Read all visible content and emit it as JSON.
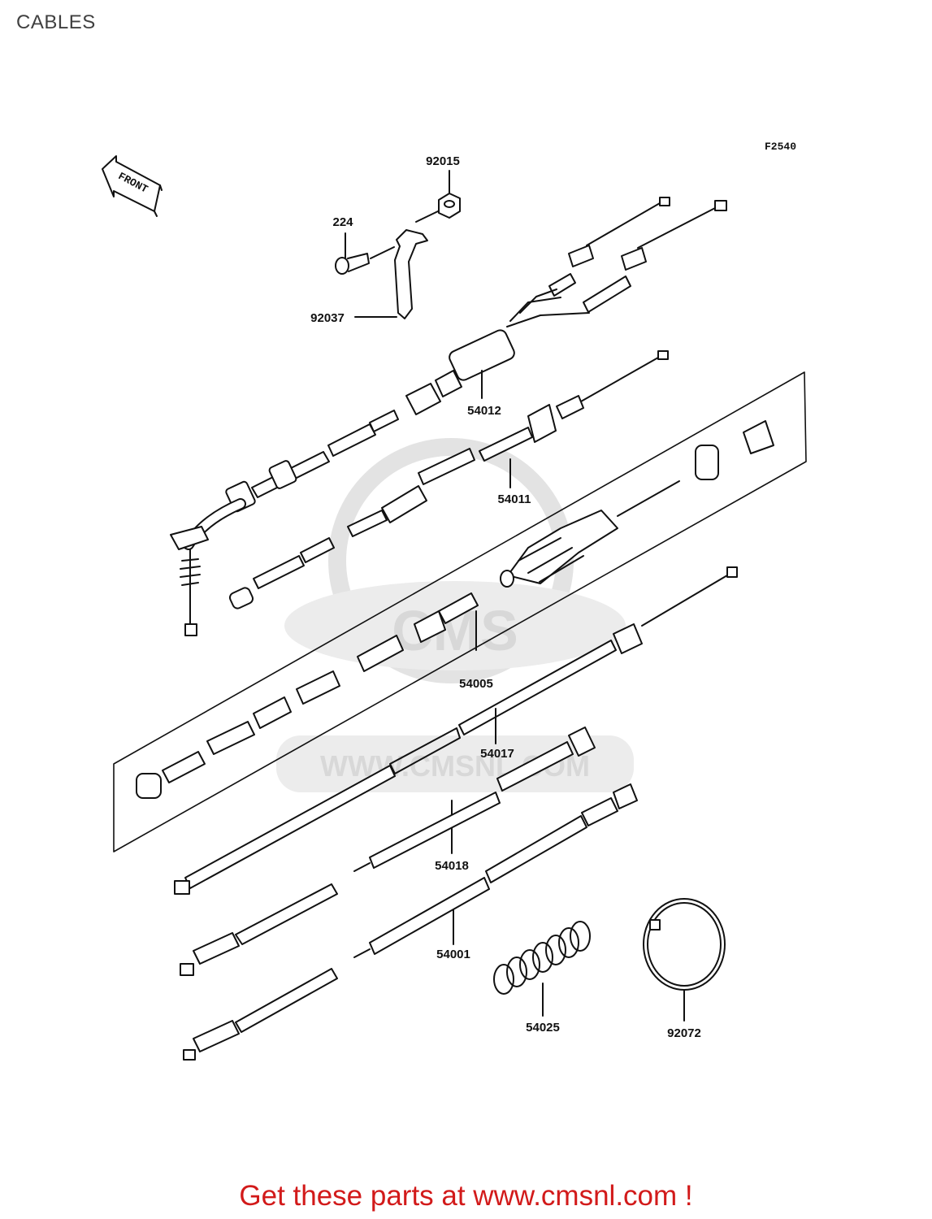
{
  "header": {
    "title": "CABLES"
  },
  "diagram": {
    "figure_code": "F2540",
    "front_label": "FRONT",
    "parts": [
      {
        "number": "92015"
      },
      {
        "number": "224"
      },
      {
        "number": "92037"
      },
      {
        "number": "54012"
      },
      {
        "number": "54011"
      },
      {
        "number": "54005"
      },
      {
        "number": "54017"
      },
      {
        "number": "54018"
      },
      {
        "number": "54001"
      },
      {
        "number": "54025"
      },
      {
        "number": "92072"
      }
    ]
  },
  "watermark": {
    "text": "WWW.CMSNL.COM",
    "logo_text": "CMS"
  },
  "footer": {
    "cta": "Get these parts at www.cmsnl.com !"
  },
  "colors": {
    "cta": "#d21a1a",
    "line": "#111111",
    "watermark": "#d8d8d8"
  }
}
